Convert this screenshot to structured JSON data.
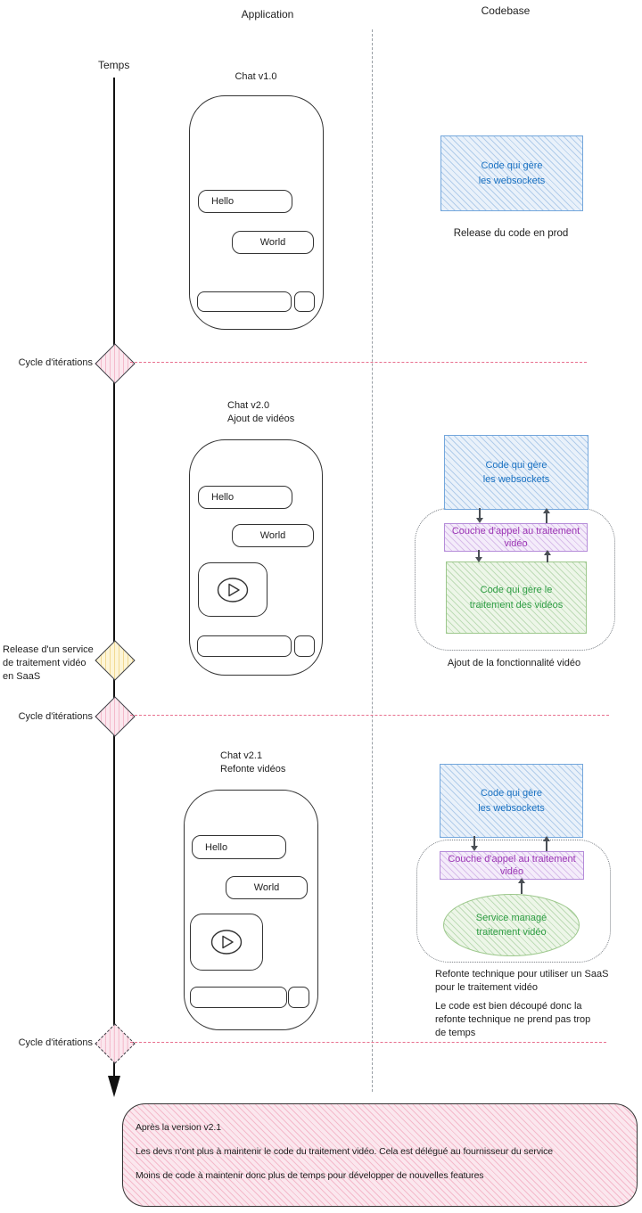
{
  "header": {
    "application": "Application",
    "codebase": "Codebase"
  },
  "timeline": {
    "label": "Temps",
    "marker_cycle_1": "Cycle d'itérations",
    "marker_release_saas": "Release d'un service\nde traitement vidéo\nen SaaS",
    "marker_cycle_2": "Cycle d'itérations",
    "marker_cycle_3": "Cycle d'itérations"
  },
  "phones": [
    {
      "title": "Chat v1.0",
      "msg1": "Hello",
      "msg2": "World"
    },
    {
      "title": "Chat v2.0\nAjout de vidéos",
      "msg1": "Hello",
      "msg2": "World"
    },
    {
      "title": "Chat v2.1\nRefonte vidéos",
      "msg1": "Hello",
      "msg2": "World"
    }
  ],
  "codebase_v1": {
    "websockets": "Code qui gère\nles websockets",
    "caption": "Release du code en prod"
  },
  "codebase_v2": {
    "websockets": "Code qui gère\nles websockets",
    "call_layer": "Couche d'appel au traitement vidéo",
    "video_code": "Code qui gère le traitement des vidéos",
    "caption": "Ajout de la fonctionnalité vidéo"
  },
  "codebase_v3": {
    "websockets": "Code qui gère\nles websockets",
    "call_layer": "Couche d'appel au traitement vidéo",
    "managed_service": "Service managé\ntraitement vidéo",
    "caption_refonte": "Refonte technique pour utiliser un SaaS\npour le traitement vidéo",
    "caption_decoupe": "Le code est bien découpé donc la\nrefonte technique ne prend pas trop\nde temps"
  },
  "note": {
    "line1": "Après la version v2.1",
    "line2": "Les devs n'ont plus à maintenir le code du traitement vidéo. Cela est délégué au fournisseur du service",
    "line3": "Moins de code à maintenir donc plus de temps pour développer de nouvelles features"
  },
  "colors": {
    "blue_text": "#1971c2",
    "purple_text": "#9c36b5",
    "green_text": "#2f9e44",
    "iteration_line": "#e8708e",
    "divider_gray": "#9aa0a6"
  }
}
